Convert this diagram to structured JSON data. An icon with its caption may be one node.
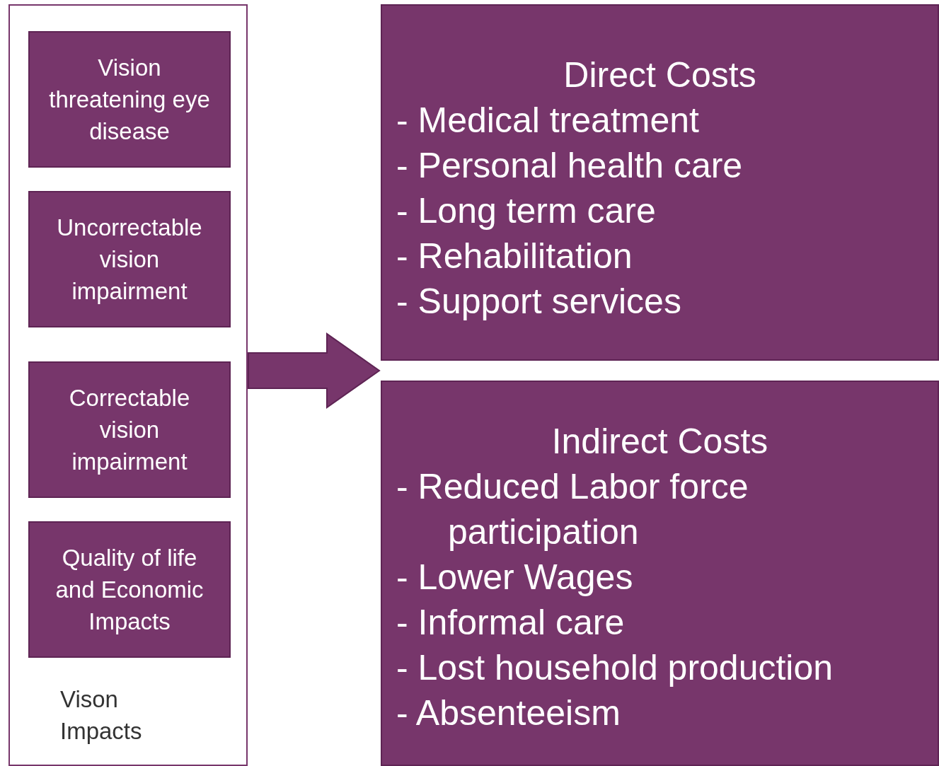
{
  "diagram": {
    "nodes": [
      {
        "text": [
          "Vison Impacts"
        ]
      },
      {
        "text": [
          "Vision threatening eye disease"
        ],
        "in": 0
      },
      {
        "text": [
          "Uncorrectable vision impairment"
        ],
        "in": 0
      },
      {
        "text": [
          "Correctable vision impairment"
        ],
        "in": 0
      },
      {
        "text": [
          "Quality of life and Economic Impacts"
        ],
        "in": 0
      },
      {
        "text": [
          "Direct Costs",
          "- Medical treatment",
          "- Personal health care",
          "- Long term care",
          "- Rehabilitation",
          "- Support services"
        ]
      },
      {
        "text": [
          "Indirect Costs",
          "- Reduced Labor force participation",
          "- Lower Wages",
          "- Informal care",
          "- Lost household production",
          "- Absenteeism"
        ]
      }
    ],
    "edges": [
      {
        "from": 0,
        "to": 5,
        "arrow": "to"
      },
      {
        "from": 0,
        "to": 6,
        "arrow": "to"
      }
    ]
  }
}
